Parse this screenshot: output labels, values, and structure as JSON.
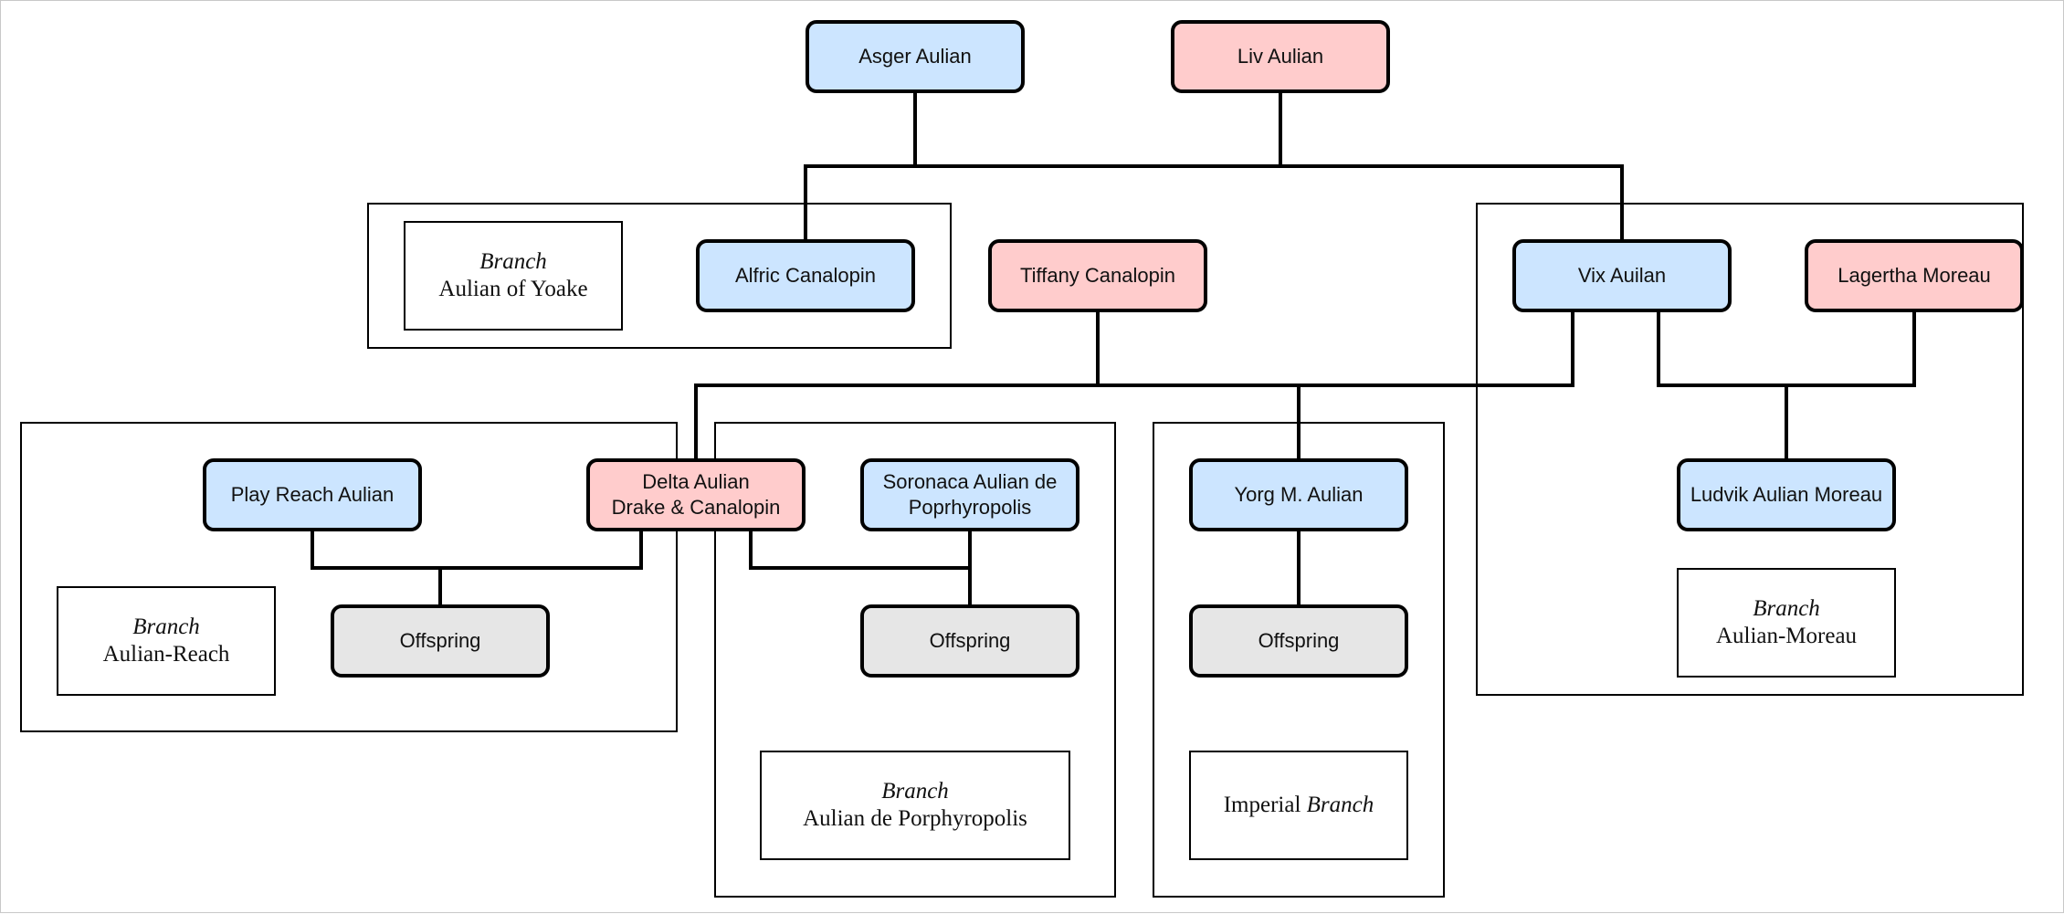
{
  "people": {
    "asger": "Asger Aulian",
    "liv": "Liv Aulian",
    "alfric": "Alfric Canalopin",
    "tiffany": "Tiffany Canalopin",
    "vix": "Vix Auilan",
    "lagertha": "Lagertha Moreau",
    "play": "Play Reach Aulian",
    "delta_line1": "Delta Aulian",
    "delta_line2": "Drake & Canalopin",
    "soronaca_line1": "Soronaca Aulian de",
    "soronaca_line2": "Poprhyropolis",
    "yorg": "Yorg M. Aulian",
    "ludvik": "Ludvik Aulian Moreau"
  },
  "offspring_label": "Offspring",
  "branches": {
    "keyword": "Branch",
    "yoake": "Aulian of Yoake",
    "reach": "Aulian-Reach",
    "moreau": "Aulian-Moreau",
    "porphyropolis": "Aulian de Porphyropolis",
    "imperial": "Imperial"
  },
  "colors": {
    "male": "#cce5ff",
    "female": "#ffcccc",
    "offspring": "#e6e6e6"
  }
}
